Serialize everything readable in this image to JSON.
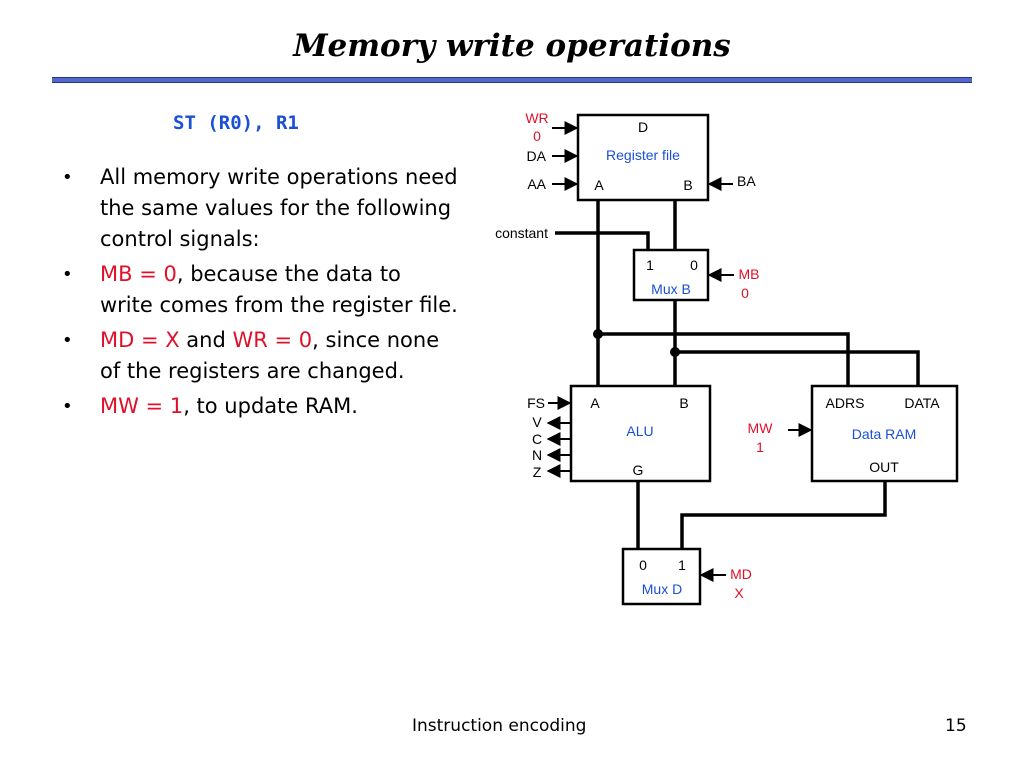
{
  "slide": {
    "title": "Memory write operations",
    "instruction": "ST (R0), R1",
    "footer_left": "Instruction encoding",
    "page_number": "15"
  },
  "bullets": [
    {
      "parts": [
        {
          "text": "All memory write operations need the same values for the following control signals:",
          "highlight": false
        }
      ]
    },
    {
      "parts": [
        {
          "text": "MB = 0",
          "highlight": true
        },
        {
          "text": ", because the data to write comes from the register file.",
          "highlight": false
        }
      ]
    },
    {
      "parts": [
        {
          "text": "MD = X",
          "highlight": true
        },
        {
          "text": " and ",
          "highlight": false
        },
        {
          "text": "WR = 0",
          "highlight": true
        },
        {
          "text": ", since none of the registers are changed.",
          "highlight": false
        }
      ]
    },
    {
      "parts": [
        {
          "text": "MW = 1",
          "highlight": true
        },
        {
          "text": ", to update RAM.",
          "highlight": false
        }
      ]
    }
  ],
  "diagram": {
    "register_file": {
      "name": "Register file",
      "port_d": "D",
      "port_a": "A",
      "port_b": "B"
    },
    "signals": {
      "wr": "WR",
      "wr_value": "0",
      "da": "DA",
      "aa": "AA",
      "ba": "BA",
      "constant": "constant"
    },
    "mux_b": {
      "name": "Mux B",
      "in1": "1",
      "in0": "0",
      "select": "MB",
      "select_value": "0"
    },
    "alu": {
      "name": "ALU",
      "port_a": "A",
      "port_b": "B",
      "port_g": "G",
      "fs": "FS",
      "flags": [
        "V",
        "C",
        "N",
        "Z"
      ]
    },
    "data_ram": {
      "name": "Data RAM",
      "adrs": "ADRS",
      "data": "DATA",
      "out": "OUT",
      "mw": "MW",
      "mw_value": "1"
    },
    "mux_d": {
      "name": "Mux D",
      "in0": "0",
      "in1": "1",
      "select": "MD",
      "select_value": "X"
    }
  },
  "colors": {
    "highlight": "#e0102a",
    "block_label": "#1a4fd6",
    "title_rule": "#5566cc"
  }
}
